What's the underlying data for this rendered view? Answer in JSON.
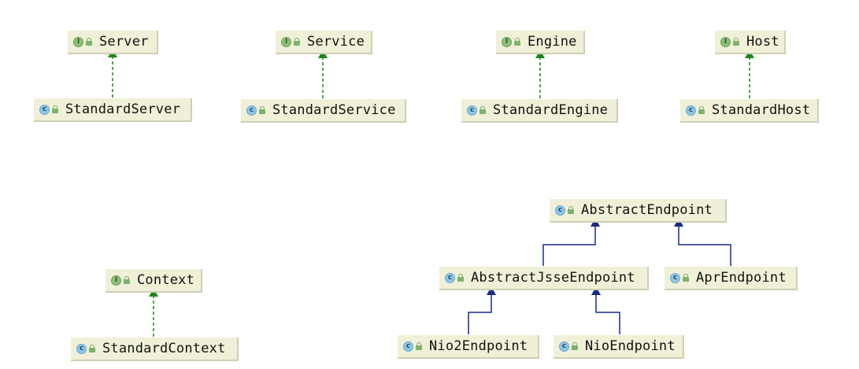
{
  "diagram": {
    "nodes": [
      {
        "id": "server",
        "label": "Server",
        "kind": "interface",
        "icon": "interface-icon"
      },
      {
        "id": "standard_server",
        "label": "StandardServer",
        "kind": "class",
        "icon": "class-icon"
      },
      {
        "id": "service",
        "label": "Service",
        "kind": "interface",
        "icon": "interface-icon"
      },
      {
        "id": "standard_service",
        "label": "StandardService",
        "kind": "class",
        "icon": "class-icon"
      },
      {
        "id": "engine",
        "label": "Engine",
        "kind": "interface",
        "icon": "interface-icon"
      },
      {
        "id": "standard_engine",
        "label": "StandardEngine",
        "kind": "class",
        "icon": "class-icon"
      },
      {
        "id": "host",
        "label": "Host",
        "kind": "interface",
        "icon": "interface-icon"
      },
      {
        "id": "standard_host",
        "label": "StandardHost",
        "kind": "class",
        "icon": "class-icon"
      },
      {
        "id": "context",
        "label": "Context",
        "kind": "interface",
        "icon": "interface-icon"
      },
      {
        "id": "standard_context",
        "label": "StandardContext",
        "kind": "class",
        "icon": "class-icon"
      },
      {
        "id": "abstract_endpoint",
        "label": "AbstractEndpoint",
        "kind": "class",
        "icon": "abstract-class-icon"
      },
      {
        "id": "abstract_jsse_endpoint",
        "label": "AbstractJsseEndpoint",
        "kind": "class",
        "icon": "abstract-class-icon"
      },
      {
        "id": "apr_endpoint",
        "label": "AprEndpoint",
        "kind": "class",
        "icon": "class-icon"
      },
      {
        "id": "nio2_endpoint",
        "label": "Nio2Endpoint",
        "kind": "class",
        "icon": "class-icon"
      },
      {
        "id": "nio_endpoint",
        "label": "NioEndpoint",
        "kind": "class",
        "icon": "class-icon"
      }
    ],
    "edges": [
      {
        "from": "standard_server",
        "to": "server",
        "type": "implements"
      },
      {
        "from": "standard_service",
        "to": "service",
        "type": "implements"
      },
      {
        "from": "standard_engine",
        "to": "engine",
        "type": "implements"
      },
      {
        "from": "standard_host",
        "to": "host",
        "type": "implements"
      },
      {
        "from": "standard_context",
        "to": "context",
        "type": "implements"
      },
      {
        "from": "abstract_jsse_endpoint",
        "to": "abstract_endpoint",
        "type": "extends"
      },
      {
        "from": "apr_endpoint",
        "to": "abstract_endpoint",
        "type": "extends"
      },
      {
        "from": "nio2_endpoint",
        "to": "abstract_jsse_endpoint",
        "type": "extends"
      },
      {
        "from": "nio_endpoint",
        "to": "abstract_jsse_endpoint",
        "type": "extends"
      }
    ],
    "colors": {
      "implements_arrow": "#1a8a1a",
      "extends_arrow": "#1a2a8a",
      "node_fill": "#f0f0d8",
      "interface_icon": "#8cbf7a",
      "class_icon": "#8fc7e6"
    }
  }
}
